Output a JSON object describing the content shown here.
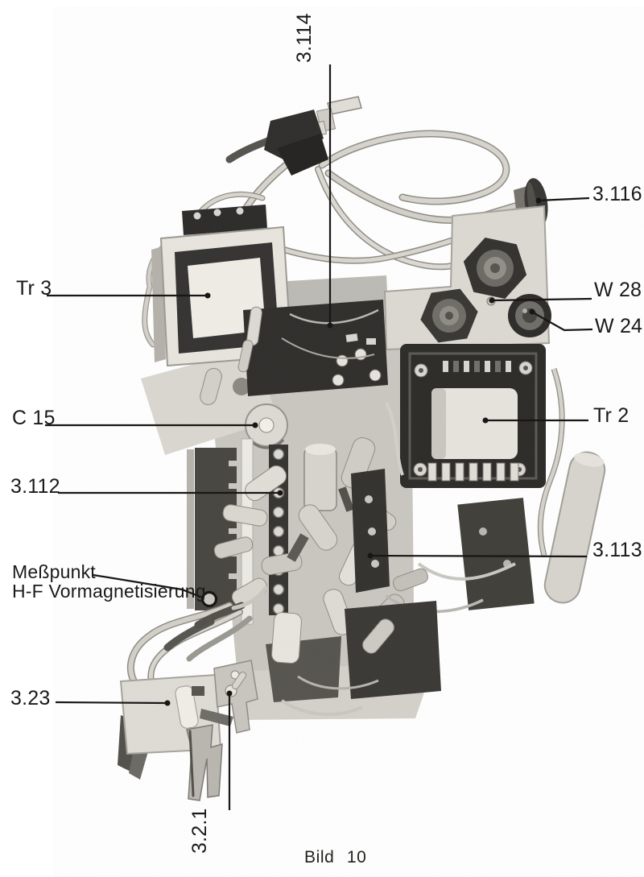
{
  "figure": {
    "caption": "Bild 10",
    "callouts": {
      "c3114": "3.114",
      "c3116": "3.116",
      "tr3": "Tr 3",
      "w28": "W 28",
      "w24": "W 24",
      "c15": "C 15",
      "tr2": "Tr 2",
      "c3112": "3.112",
      "c3113": "3.113",
      "messpunkt_line1": "Meßpunkt",
      "messpunkt_line2": "H-F Vormagnetisierung",
      "c323": "3.23",
      "c321": "3.2.1"
    },
    "colors": {
      "background": "#ffffff",
      "annotation_ink": "#181716",
      "photo_light": "#e3e1da",
      "photo_dark": "#2e2d2b"
    }
  }
}
